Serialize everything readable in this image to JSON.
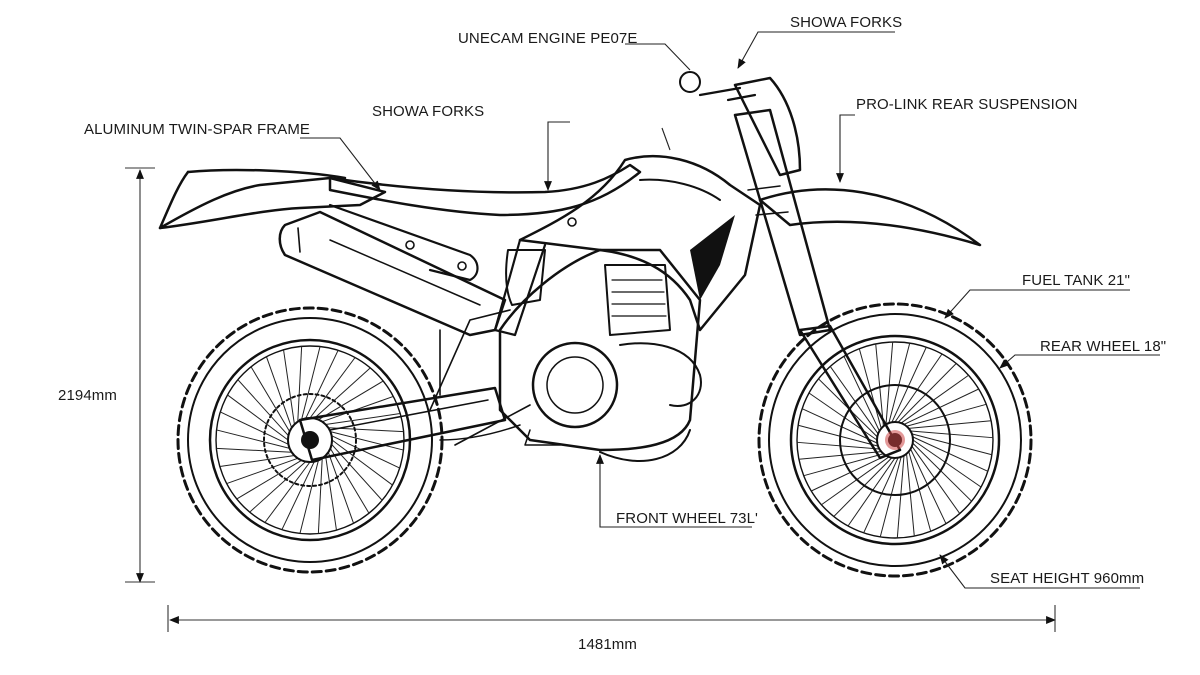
{
  "diagram": {
    "callouts": {
      "engine": "UNECAM ENGINE PE07E",
      "forks_top": "SHOWA FORKS",
      "forks_mid": "SHOWA FORKS",
      "rear_suspension": "PRO-LINK REAR SUSPENSION",
      "frame": "ALUMINUM TWIN-SPAR FRAME",
      "fuel_tank": "FUEL TANK 21\"",
      "rear_wheel": "REAR WHEEL 18\"",
      "front_wheel": "FRONT WHEEL 73L'",
      "seat_height": "SEAT HEIGHT 960mm"
    },
    "dimensions": {
      "height": "2194mm",
      "length": "1481mm"
    },
    "colors": {
      "ink": "#111111",
      "background": "#ffffff"
    }
  }
}
